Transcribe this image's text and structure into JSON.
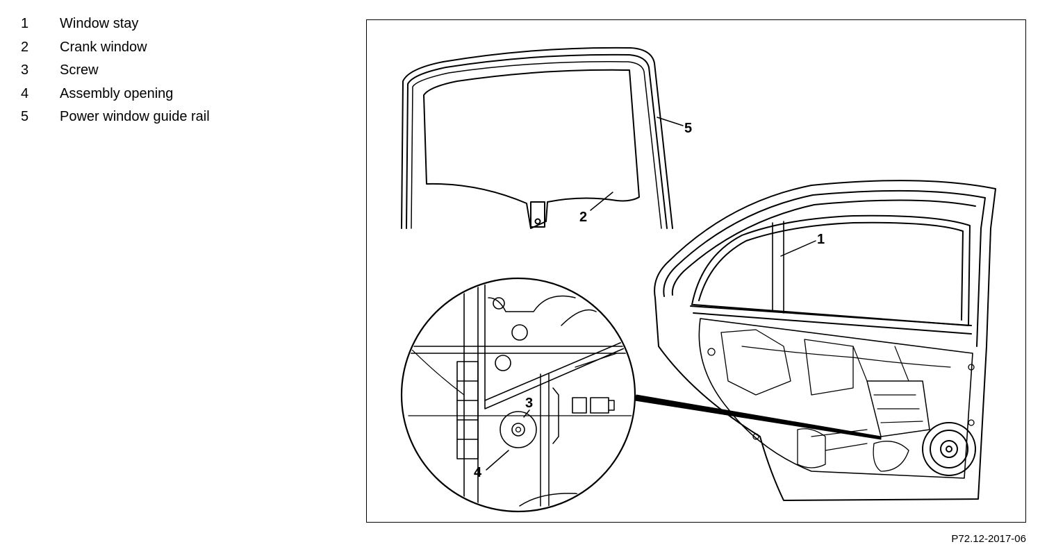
{
  "legend": [
    {
      "num": "1",
      "label": "Window stay"
    },
    {
      "num": "2",
      "label": "Crank window"
    },
    {
      "num": "3",
      "label": "Screw"
    },
    {
      "num": "4",
      "label": "Assembly opening"
    },
    {
      "num": "5",
      "label": "Power window guide rail"
    }
  ],
  "figure": {
    "callouts": {
      "c1": "1",
      "c2": "2",
      "c3": "3",
      "c4": "4",
      "c5": "5"
    },
    "code": "P72.12-2017-06"
  }
}
